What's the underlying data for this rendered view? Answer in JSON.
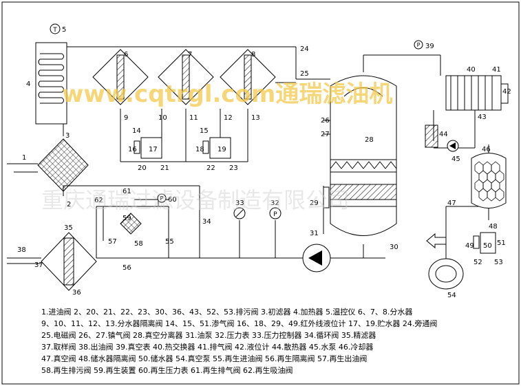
{
  "watermark": {
    "url": "www.cqtrgl.com通瑞滤油机",
    "company": "重庆通瑞过滤设备制造有限公司"
  },
  "component_numbers": [
    "1",
    "2",
    "3",
    "4",
    "5",
    "6",
    "7",
    "8",
    "9",
    "10",
    "11",
    "12",
    "13",
    "14",
    "15",
    "16",
    "17",
    "18",
    "19",
    "20",
    "21",
    "22",
    "23",
    "24",
    "25",
    "26",
    "27",
    "28",
    "29",
    "30",
    "31",
    "32",
    "33",
    "34",
    "35",
    "36",
    "37",
    "38",
    "39",
    "40",
    "41",
    "42",
    "43",
    "44",
    "45",
    "46",
    "47",
    "48",
    "49",
    "50",
    "51",
    "52",
    "53",
    "54",
    "55",
    "56",
    "57",
    "58",
    "59",
    "60",
    "61",
    "62"
  ],
  "gauge_symbols": {
    "thermometer": "T",
    "pressure": "P"
  },
  "legend_lines": [
    "1.进油阀  2、20、21、22、23、30、36、43、52、53.排污阀  3.初滤器  4.加热器  5.温控仪  6、7、8.分水器",
    "9、10、11、12、13.分水器隔离阀  14、15、51.渗气阀  16、18、29、49.红外线液位计  17、19.贮水器  24.旁通阀",
    "25.电磁阀  26、27.镇气阀  28.真空分离器  31.油泵  32.压力表  33.压力控制器  34.循环阀  35.精滤器",
    "37.取样阀  38.出油阀  39.真空表  40.热交换器  41.排气阀  42.液位计  44.散热器  45.水泵  46.冷却器",
    "47.真空阀  48.储水器隔离阀  50.储水器  54.真空泵  55.再生进油阀  56.再生隔离阀  57.再生出油阀",
    "58.再生排污阀  59.再生装置  60.再生压力表  61.再生排气阀  62.再生吸油阀"
  ]
}
